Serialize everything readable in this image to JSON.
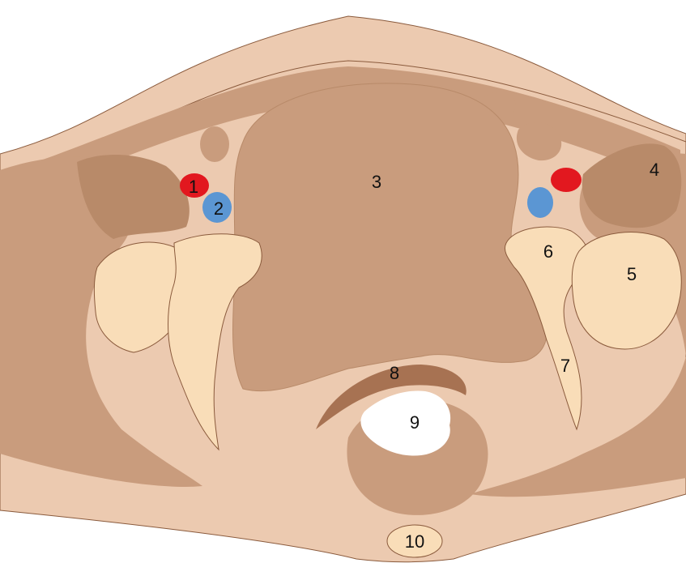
{
  "colors": {
    "skin_fat": "#eccab0",
    "muscle": "#c99c7d",
    "muscle_dark": "#b88a69",
    "bone": "#f9ddb8",
    "artery": "#e2181f",
    "vein": "#5b96d3",
    "uterus": "#a77252",
    "lumen": "#ffffff",
    "outline": "#8a5a3c"
  },
  "labels": {
    "l1": "1",
    "l2": "2",
    "l3": "3",
    "l4": "4",
    "l5": "5",
    "l6": "6",
    "l7": "7",
    "l8": "8",
    "l9": "9",
    "l10": "10"
  }
}
